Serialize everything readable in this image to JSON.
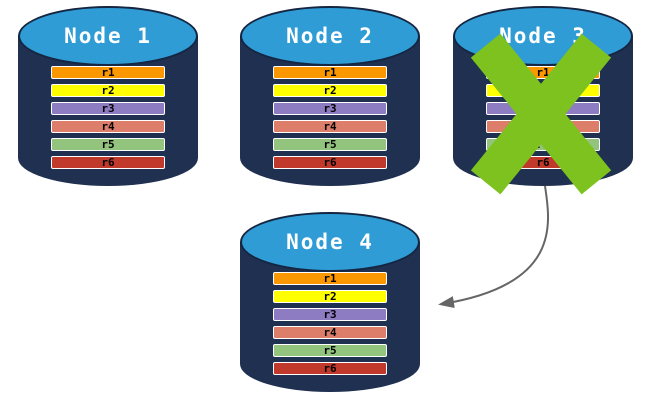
{
  "nodes": [
    {
      "name": "Node 1",
      "failed": false,
      "records": [
        {
          "label": "r1",
          "color": "#FB9800"
        },
        {
          "label": "r2",
          "color": "#FFFF00"
        },
        {
          "label": "r3",
          "color": "#8E7CC3"
        },
        {
          "label": "r4",
          "color": "#DD7E6B"
        },
        {
          "label": "r5",
          "color": "#93C47D"
        },
        {
          "label": "r6",
          "color": "#C0392B"
        }
      ]
    },
    {
      "name": "Node 2",
      "failed": false,
      "records": [
        {
          "label": "r1",
          "color": "#FB9800"
        },
        {
          "label": "r2",
          "color": "#FFFF00"
        },
        {
          "label": "r3",
          "color": "#8E7CC3"
        },
        {
          "label": "r4",
          "color": "#DD7E6B"
        },
        {
          "label": "r5",
          "color": "#93C47D"
        },
        {
          "label": "r6",
          "color": "#C0392B"
        }
      ]
    },
    {
      "name": "Node 3",
      "failed": true,
      "records": [
        {
          "label": "r1",
          "color": "#FB9800"
        },
        {
          "label": "r2",
          "color": "#FFFF00"
        },
        {
          "label": "r3",
          "color": "#8E7CC3"
        },
        {
          "label": "r4",
          "color": "#DD7E6B"
        },
        {
          "label": "r5",
          "color": "#93C47D"
        },
        {
          "label": "r6",
          "color": "#C0392B"
        }
      ]
    },
    {
      "name": "Node 4",
      "failed": false,
      "records": [
        {
          "label": "r1",
          "color": "#FB9800"
        },
        {
          "label": "r2",
          "color": "#FFFF00"
        },
        {
          "label": "r3",
          "color": "#8E7CC3"
        },
        {
          "label": "r4",
          "color": "#DD7E6B"
        },
        {
          "label": "r5",
          "color": "#93C47D"
        },
        {
          "label": "r6",
          "color": "#C0392B"
        }
      ]
    }
  ],
  "failure_x": {
    "icon": "failure-x-icon",
    "color": "#7DC21E"
  },
  "arrow": {
    "icon": "curved-arrow",
    "color": "#666666",
    "from": "node-3",
    "to": "node-4"
  },
  "colors": {
    "cylinder_body": "#1F3050",
    "cylinder_top": "#2F9CD6",
    "cylinder_outline": "#152642",
    "record_text": "#000000",
    "title_text": "#FFFFFF",
    "background": "#FFFFFF"
  }
}
